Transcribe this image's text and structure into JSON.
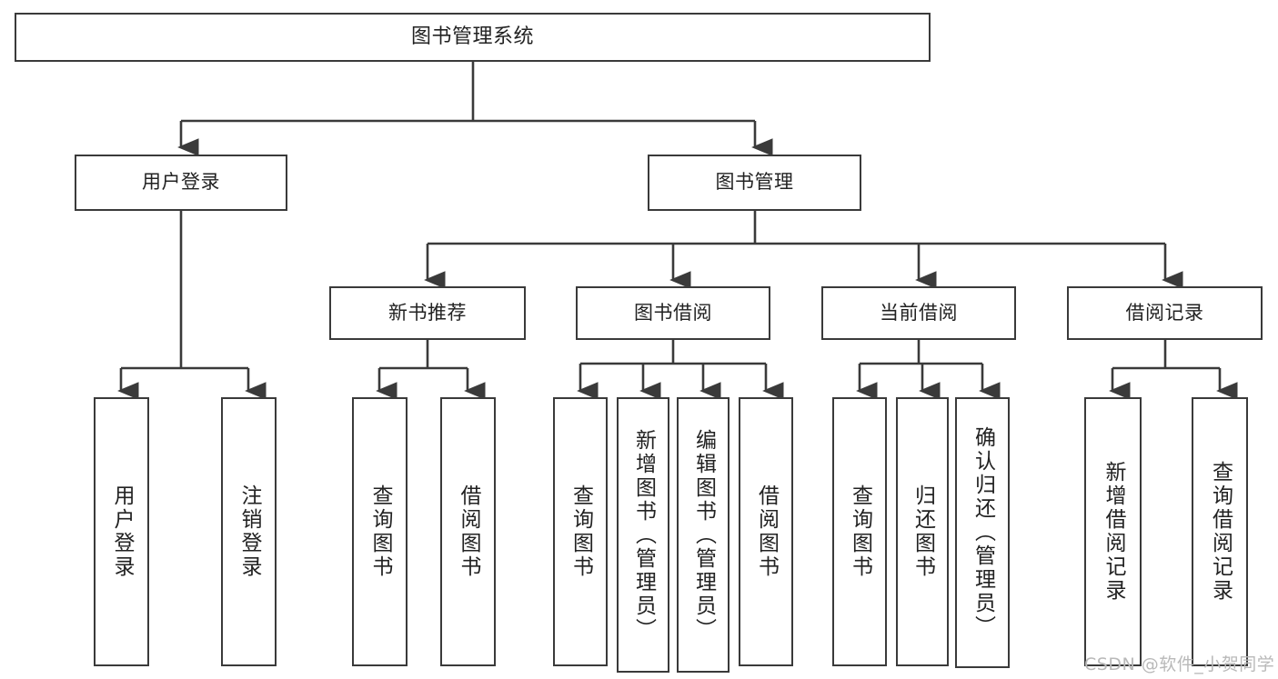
{
  "diagram": {
    "type": "tree-hierarchy",
    "title": "图书管理系统",
    "watermark": "CSDN @软件_小贺同学",
    "colors": {
      "box_border": "#3a3a3a",
      "box_fill": "#ffffff",
      "edge": "#3a3a3a",
      "text": "#222222",
      "watermark": "#b9b9b9",
      "background": "#ffffff"
    },
    "nodes": {
      "root": {
        "label": "图书管理系统"
      },
      "level2": [
        {
          "id": "user-login",
          "label": "用户登录"
        },
        {
          "id": "book-manage",
          "label": "图书管理"
        }
      ],
      "level3": [
        {
          "id": "new-book-recommend",
          "label": "新书推荐"
        },
        {
          "id": "book-borrow",
          "label": "图书借阅"
        },
        {
          "id": "current-borrow",
          "label": "当前借阅"
        },
        {
          "id": "borrow-record",
          "label": "借阅记录"
        }
      ],
      "leaves": {
        "user-login": [
          {
            "id": "leaf-user-login",
            "label": "用户登录"
          },
          {
            "id": "leaf-logout-login",
            "label": "注销登录"
          }
        ],
        "new-book-recommend": [
          {
            "id": "leaf-query-book-1",
            "label": "查询图书"
          },
          {
            "id": "leaf-borrow-book-1",
            "label": "借阅图书"
          }
        ],
        "book-borrow": [
          {
            "id": "leaf-query-book-2",
            "label": "查询图书"
          },
          {
            "id": "leaf-add-book",
            "label": "新增图书（管理员）"
          },
          {
            "id": "leaf-edit-book",
            "label": "编辑图书（管理员）"
          },
          {
            "id": "leaf-borrow-book-2",
            "label": "借阅图书"
          }
        ],
        "current-borrow": [
          {
            "id": "leaf-query-book-3",
            "label": "查询图书"
          },
          {
            "id": "leaf-return-book",
            "label": "归还图书"
          },
          {
            "id": "leaf-confirm-return",
            "label": "确认归还（管理员）"
          }
        ],
        "borrow-record": [
          {
            "id": "leaf-add-record",
            "label": "新增借阅记录"
          },
          {
            "id": "leaf-query-record",
            "label": "查询借阅记录"
          }
        ]
      }
    }
  }
}
